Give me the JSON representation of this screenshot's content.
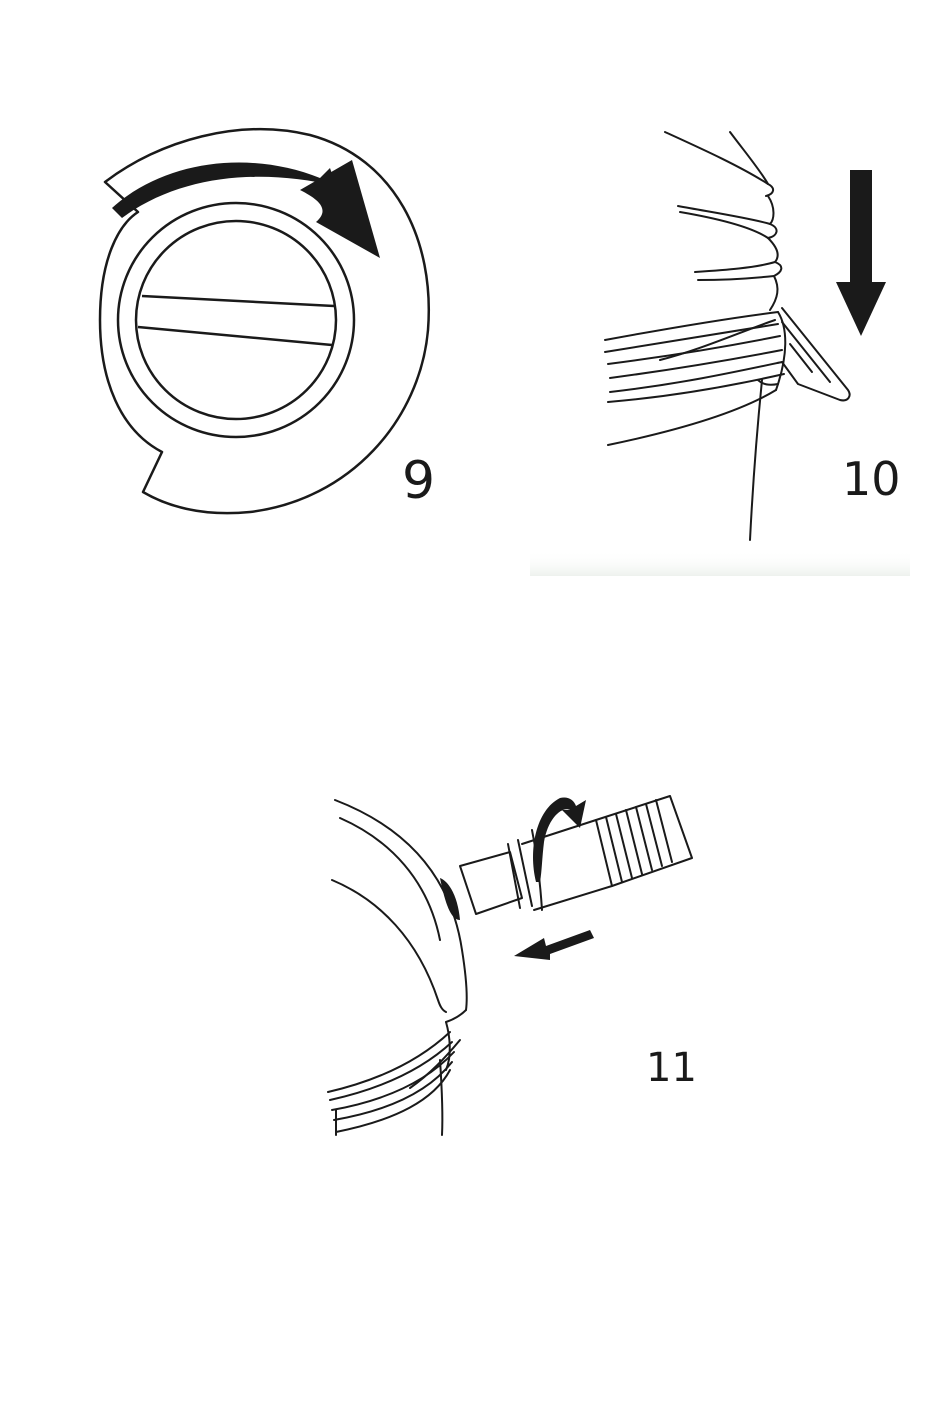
{
  "steps": [
    {
      "number": "9"
    },
    {
      "number": "10"
    },
    {
      "number": "11"
    }
  ],
  "colors": {
    "line": "#1a1a1a",
    "background": "#ffffff",
    "fade": "#eef2ee"
  }
}
